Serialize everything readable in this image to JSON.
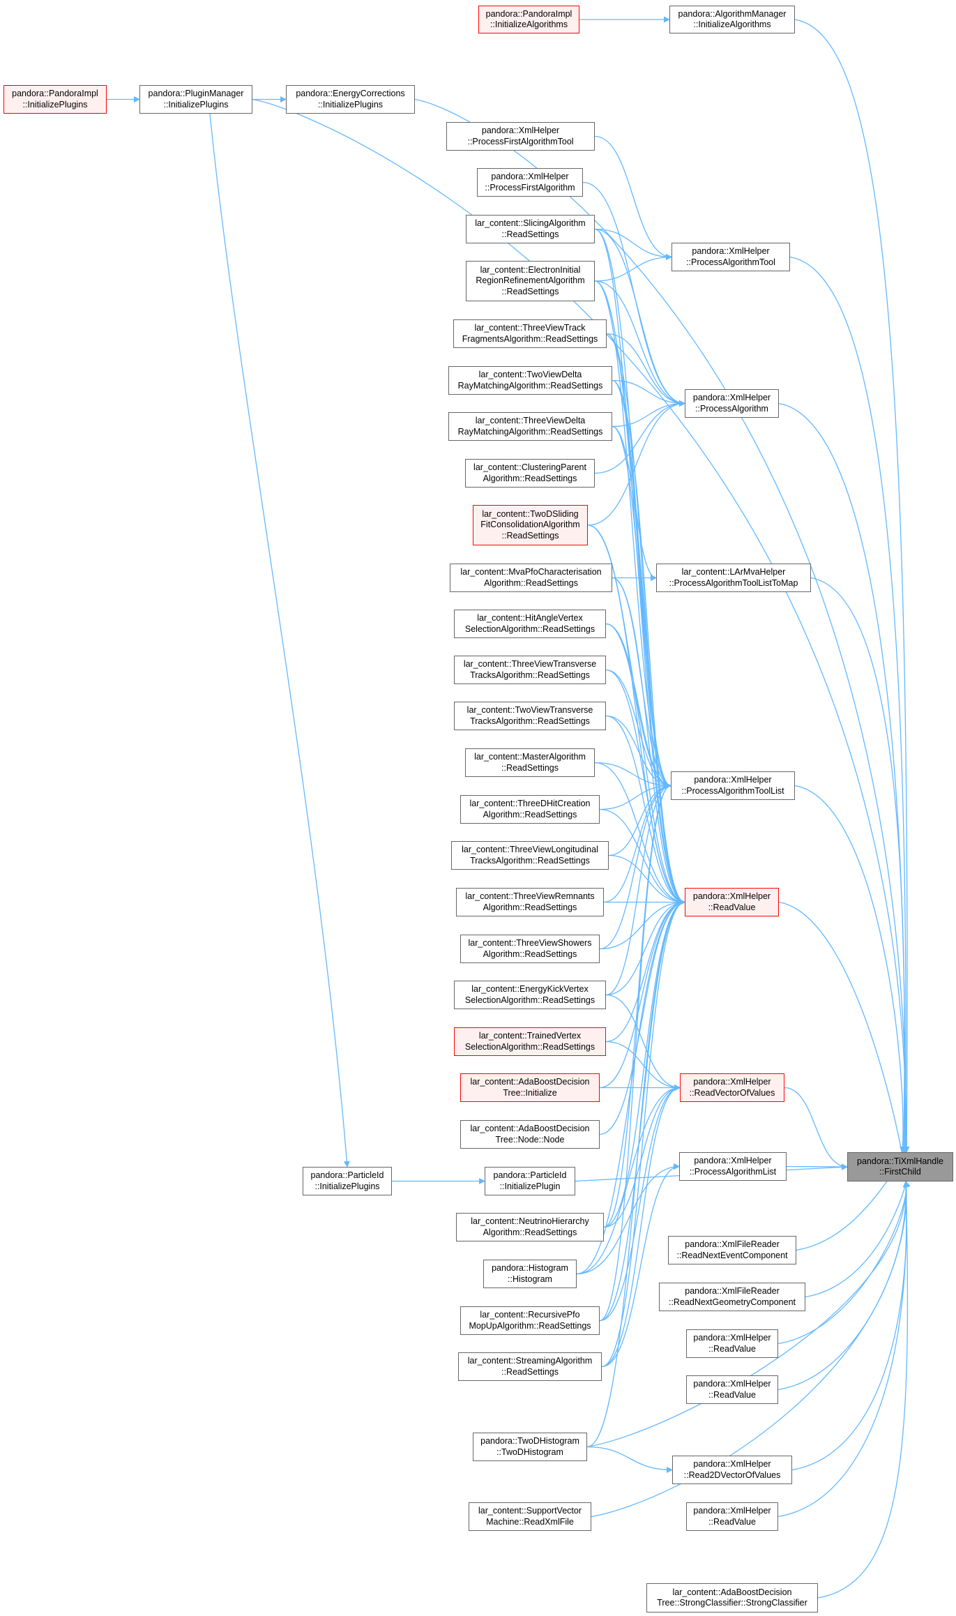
{
  "colors": {
    "edge": "#63b8ff",
    "node_border": "#666666",
    "highlight_border": "#ff0000",
    "highlight_fill": "#fff0f0",
    "root_fill": "#999999"
  },
  "nodes": [
    {
      "id": "root",
      "lines": [
        "pandora::TiXmlHandle",
        "::FirstChild"
      ],
      "style": "root"
    },
    {
      "id": "n1",
      "lines": [
        "pandora::PandoraImpl",
        "::InitializeAlgorithms"
      ],
      "style": "red"
    },
    {
      "id": "n2",
      "lines": [
        "pandora::AlgorithmManager",
        "::InitializeAlgorithms"
      ]
    },
    {
      "id": "n3",
      "lines": [
        "pandora::PandoraImpl",
        "::InitializePlugins"
      ],
      "style": "red"
    },
    {
      "id": "n4",
      "lines": [
        "pandora::PluginManager",
        "::InitializePlugins"
      ]
    },
    {
      "id": "n5",
      "lines": [
        "pandora::EnergyCorrections",
        "::InitializePlugins"
      ]
    },
    {
      "id": "n6",
      "lines": [
        "pandora::XmlHelper",
        "::ProcessFirstAlgorithmTool"
      ]
    },
    {
      "id": "n7",
      "lines": [
        "pandora::XmlHelper",
        "::ProcessFirstAlgorithm"
      ]
    },
    {
      "id": "n8",
      "lines": [
        "lar_content::SlicingAlgorithm",
        "::ReadSettings"
      ]
    },
    {
      "id": "n9",
      "lines": [
        "pandora::XmlHelper",
        "::ProcessAlgorithmTool"
      ]
    },
    {
      "id": "n10",
      "lines": [
        "lar_content::ElectronInitial",
        "RegionRefinementAlgorithm",
        "::ReadSettings"
      ]
    },
    {
      "id": "n11",
      "lines": [
        "lar_content::ThreeViewTrack",
        "FragmentsAlgorithm::ReadSettings"
      ]
    },
    {
      "id": "n12",
      "lines": [
        "lar_content::TwoViewDelta",
        "RayMatchingAlgorithm::ReadSettings"
      ]
    },
    {
      "id": "n13",
      "lines": [
        "pandora::XmlHelper",
        "::ProcessAlgorithm"
      ]
    },
    {
      "id": "n14",
      "lines": [
        "lar_content::ThreeViewDelta",
        "RayMatchingAlgorithm::ReadSettings"
      ]
    },
    {
      "id": "n15",
      "lines": [
        "lar_content::ClusteringParent",
        "Algorithm::ReadSettings"
      ]
    },
    {
      "id": "n16",
      "lines": [
        "lar_content::TwoDSliding",
        "FitConsolidationAlgorithm",
        "::ReadSettings"
      ],
      "style": "red"
    },
    {
      "id": "n17",
      "lines": [
        "lar_content::MvaPfoCharacterisation",
        "Algorithm::ReadSettings"
      ]
    },
    {
      "id": "n18",
      "lines": [
        "lar_content::LArMvaHelper",
        "::ProcessAlgorithmToolListToMap"
      ]
    },
    {
      "id": "n19",
      "lines": [
        "lar_content::HitAngleVertex",
        "SelectionAlgorithm::ReadSettings"
      ]
    },
    {
      "id": "n20",
      "lines": [
        "lar_content::ThreeViewTransverse",
        "TracksAlgorithm::ReadSettings"
      ]
    },
    {
      "id": "n21",
      "lines": [
        "lar_content::TwoViewTransverse",
        "TracksAlgorithm::ReadSettings"
      ]
    },
    {
      "id": "n22",
      "lines": [
        "lar_content::MasterAlgorithm",
        "::ReadSettings"
      ]
    },
    {
      "id": "n23",
      "lines": [
        "pandora::XmlHelper",
        "::ProcessAlgorithmToolList"
      ]
    },
    {
      "id": "n24",
      "lines": [
        "lar_content::ThreeDHitCreation",
        "Algorithm::ReadSettings"
      ]
    },
    {
      "id": "n25",
      "lines": [
        "lar_content::ThreeViewLongitudinal",
        "TracksAlgorithm::ReadSettings"
      ]
    },
    {
      "id": "n26",
      "lines": [
        "lar_content::ThreeViewRemnants",
        "Algorithm::ReadSettings"
      ]
    },
    {
      "id": "n27",
      "lines": [
        "pandora::XmlHelper",
        "::ReadValue"
      ],
      "style": "red"
    },
    {
      "id": "n28",
      "lines": [
        "lar_content::ThreeViewShowers",
        "Algorithm::ReadSettings"
      ]
    },
    {
      "id": "n29",
      "lines": [
        "lar_content::EnergyKickVertex",
        "SelectionAlgorithm::ReadSettings"
      ]
    },
    {
      "id": "n30",
      "lines": [
        "lar_content::TrainedVertex",
        "SelectionAlgorithm::ReadSettings"
      ],
      "style": "red"
    },
    {
      "id": "n31",
      "lines": [
        "lar_content::AdaBoostDecision",
        "Tree::Initialize"
      ],
      "style": "red"
    },
    {
      "id": "n32",
      "lines": [
        "pandora::XmlHelper",
        "::ReadVectorOfValues"
      ],
      "style": "red"
    },
    {
      "id": "n33",
      "lines": [
        "lar_content::AdaBoostDecision",
        "Tree::Node::Node"
      ]
    },
    {
      "id": "n34",
      "lines": [
        "pandora::ParticleId",
        "::InitializePlugins"
      ]
    },
    {
      "id": "n35",
      "lines": [
        "pandora::ParticleId",
        "::InitializePlugin"
      ]
    },
    {
      "id": "n36",
      "lines": [
        "pandora::XmlHelper",
        "::ProcessAlgorithmList"
      ]
    },
    {
      "id": "n37",
      "lines": [
        "lar_content::NeutrinoHierarchy",
        "Algorithm::ReadSettings"
      ]
    },
    {
      "id": "n38",
      "lines": [
        "pandora::XmlFileReader",
        "::ReadNextEventComponent"
      ]
    },
    {
      "id": "n39",
      "lines": [
        "pandora::Histogram",
        "::Histogram"
      ]
    },
    {
      "id": "n40",
      "lines": [
        "pandora::XmlFileReader",
        "::ReadNextGeometryComponent"
      ]
    },
    {
      "id": "n41",
      "lines": [
        "lar_content::RecursivePfo",
        "MopUpAlgorithm::ReadSettings"
      ]
    },
    {
      "id": "n42",
      "lines": [
        "pandora::XmlHelper",
        "::ReadValue"
      ]
    },
    {
      "id": "n43",
      "lines": [
        "lar_content::StreamingAlgorithm",
        "::ReadSettings"
      ]
    },
    {
      "id": "n44",
      "lines": [
        "pandora::XmlHelper",
        "::ReadValue"
      ]
    },
    {
      "id": "n45",
      "lines": [
        "pandora::TwoDHistogram",
        "::TwoDHistogram"
      ]
    },
    {
      "id": "n46",
      "lines": [
        "pandora::XmlHelper",
        "::Read2DVectorOfValues"
      ]
    },
    {
      "id": "n47",
      "lines": [
        "lar_content::SupportVector",
        "Machine::ReadXmlFile"
      ]
    },
    {
      "id": "n48",
      "lines": [
        "pandora::XmlHelper",
        "::ReadValue"
      ]
    },
    {
      "id": "n49",
      "lines": [
        "lar_content::AdaBoostDecision",
        "Tree::StrongClassifier::StrongClassifier"
      ]
    }
  ],
  "edges": [
    [
      "n1",
      "n2"
    ],
    [
      "n3",
      "n4"
    ],
    [
      "n4",
      "n5"
    ],
    [
      "n4",
      "n34"
    ],
    [
      "n2",
      "root"
    ],
    [
      "n4",
      "root"
    ],
    [
      "n5",
      "root"
    ],
    [
      "n9",
      "root"
    ],
    [
      "n13",
      "root"
    ],
    [
      "n18",
      "root"
    ],
    [
      "n23",
      "root"
    ],
    [
      "n27",
      "root"
    ],
    [
      "n32",
      "root"
    ],
    [
      "n36",
      "root"
    ],
    [
      "n35",
      "root"
    ],
    [
      "n38",
      "root"
    ],
    [
      "n40",
      "root"
    ],
    [
      "n42",
      "root"
    ],
    [
      "n44",
      "root"
    ],
    [
      "n46",
      "root"
    ],
    [
      "n48",
      "root"
    ],
    [
      "n49",
      "root"
    ],
    [
      "n45",
      "root"
    ],
    [
      "n47",
      "root"
    ],
    [
      "n34",
      "n35"
    ],
    [
      "n6",
      "n9"
    ],
    [
      "n7",
      "n13"
    ],
    [
      "n8",
      "n9"
    ],
    [
      "n10",
      "n9"
    ],
    [
      "n8",
      "n13"
    ],
    [
      "n10",
      "n13"
    ],
    [
      "n11",
      "n13"
    ],
    [
      "n12",
      "n13"
    ],
    [
      "n14",
      "n13"
    ],
    [
      "n15",
      "n13"
    ],
    [
      "n16",
      "n13"
    ],
    [
      "n8",
      "n18"
    ],
    [
      "n17",
      "n18"
    ],
    [
      "n10",
      "n23"
    ],
    [
      "n11",
      "n23"
    ],
    [
      "n12",
      "n23"
    ],
    [
      "n14",
      "n23"
    ],
    [
      "n16",
      "n23"
    ],
    [
      "n17",
      "n23"
    ],
    [
      "n19",
      "n23"
    ],
    [
      "n20",
      "n23"
    ],
    [
      "n21",
      "n23"
    ],
    [
      "n22",
      "n23"
    ],
    [
      "n24",
      "n23"
    ],
    [
      "n25",
      "n23"
    ],
    [
      "n26",
      "n23"
    ],
    [
      "n28",
      "n23"
    ],
    [
      "n29",
      "n23"
    ],
    [
      "n37",
      "n23"
    ],
    [
      "n41",
      "n23"
    ],
    [
      "n8",
      "n27"
    ],
    [
      "n10",
      "n27"
    ],
    [
      "n11",
      "n27"
    ],
    [
      "n12",
      "n27"
    ],
    [
      "n14",
      "n27"
    ],
    [
      "n16",
      "n27"
    ],
    [
      "n17",
      "n27"
    ],
    [
      "n19",
      "n27"
    ],
    [
      "n20",
      "n27"
    ],
    [
      "n21",
      "n27"
    ],
    [
      "n22",
      "n27"
    ],
    [
      "n24",
      "n27"
    ],
    [
      "n25",
      "n27"
    ],
    [
      "n26",
      "n27"
    ],
    [
      "n28",
      "n27"
    ],
    [
      "n29",
      "n27"
    ],
    [
      "n30",
      "n27"
    ],
    [
      "n31",
      "n27"
    ],
    [
      "n33",
      "n27"
    ],
    [
      "n37",
      "n27"
    ],
    [
      "n39",
      "n27"
    ],
    [
      "n41",
      "n27"
    ],
    [
      "n43",
      "n27"
    ],
    [
      "n45",
      "n27"
    ],
    [
      "n29",
      "n32"
    ],
    [
      "n30",
      "n32"
    ],
    [
      "n31",
      "n32"
    ],
    [
      "n37",
      "n32"
    ],
    [
      "n39",
      "n32"
    ],
    [
      "n41",
      "n32"
    ],
    [
      "n43",
      "n32"
    ],
    [
      "n39",
      "n36"
    ],
    [
      "n43",
      "n36"
    ],
    [
      "n45",
      "n46"
    ]
  ]
}
